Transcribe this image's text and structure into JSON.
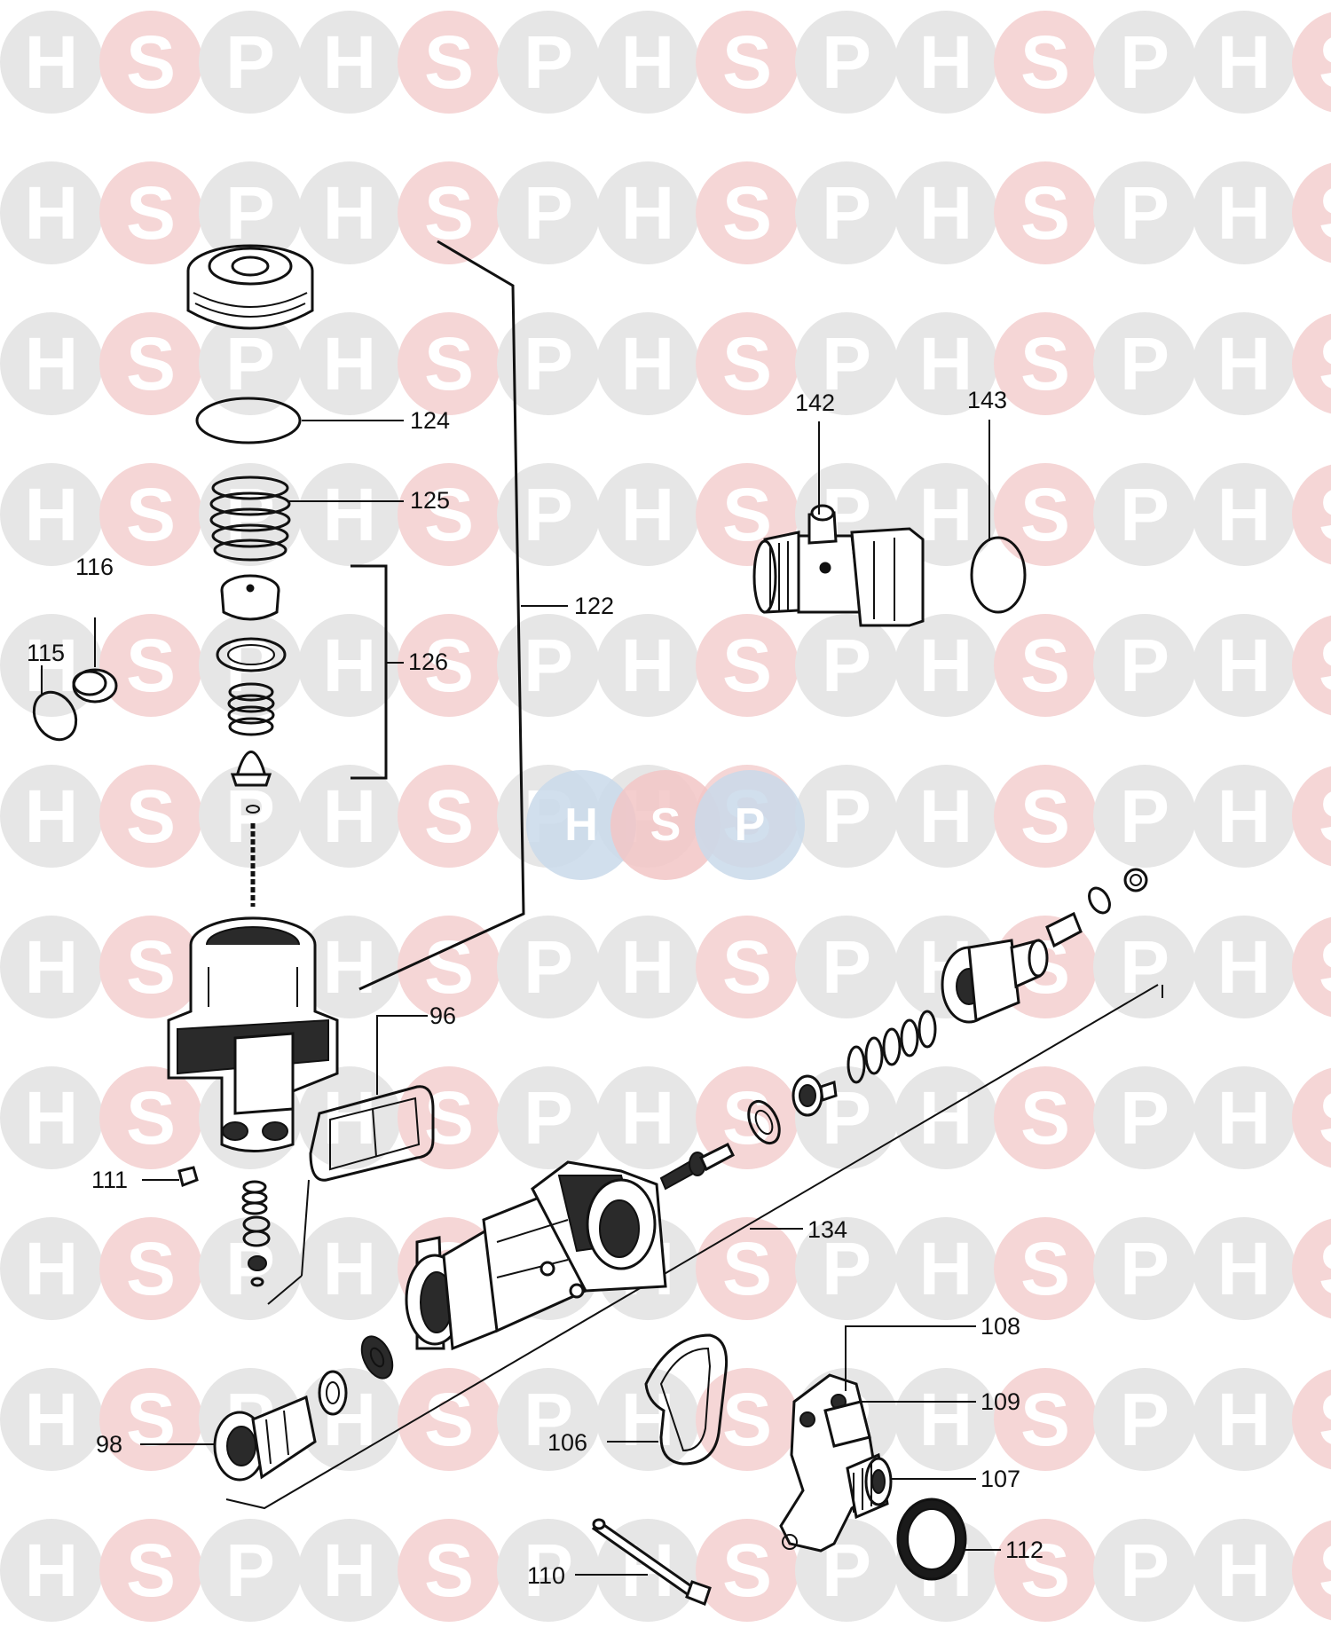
{
  "watermark": {
    "letters": [
      "H",
      "S",
      "P"
    ],
    "colors": {
      "H": "#e6e6e6",
      "S": "#f5d6d6",
      "P": "#e6e6e6"
    },
    "center_colors": {
      "H": "#c9d9ea",
      "S": "#f2c6c6",
      "P": "#c9d9ea"
    }
  },
  "diagram": {
    "style": "exploded parts diagram, black line drawing",
    "callouts": {
      "c124": "124",
      "c125": "125",
      "c126": "126",
      "c122": "122",
      "c116": "116",
      "c115": "115",
      "c142": "142",
      "c143": "143",
      "c96": "96",
      "c111": "111",
      "c134": "134",
      "c108": "108",
      "c109": "109",
      "c107": "107",
      "c98": "98",
      "c106": "106",
      "c112": "112",
      "c110": "110"
    }
  }
}
